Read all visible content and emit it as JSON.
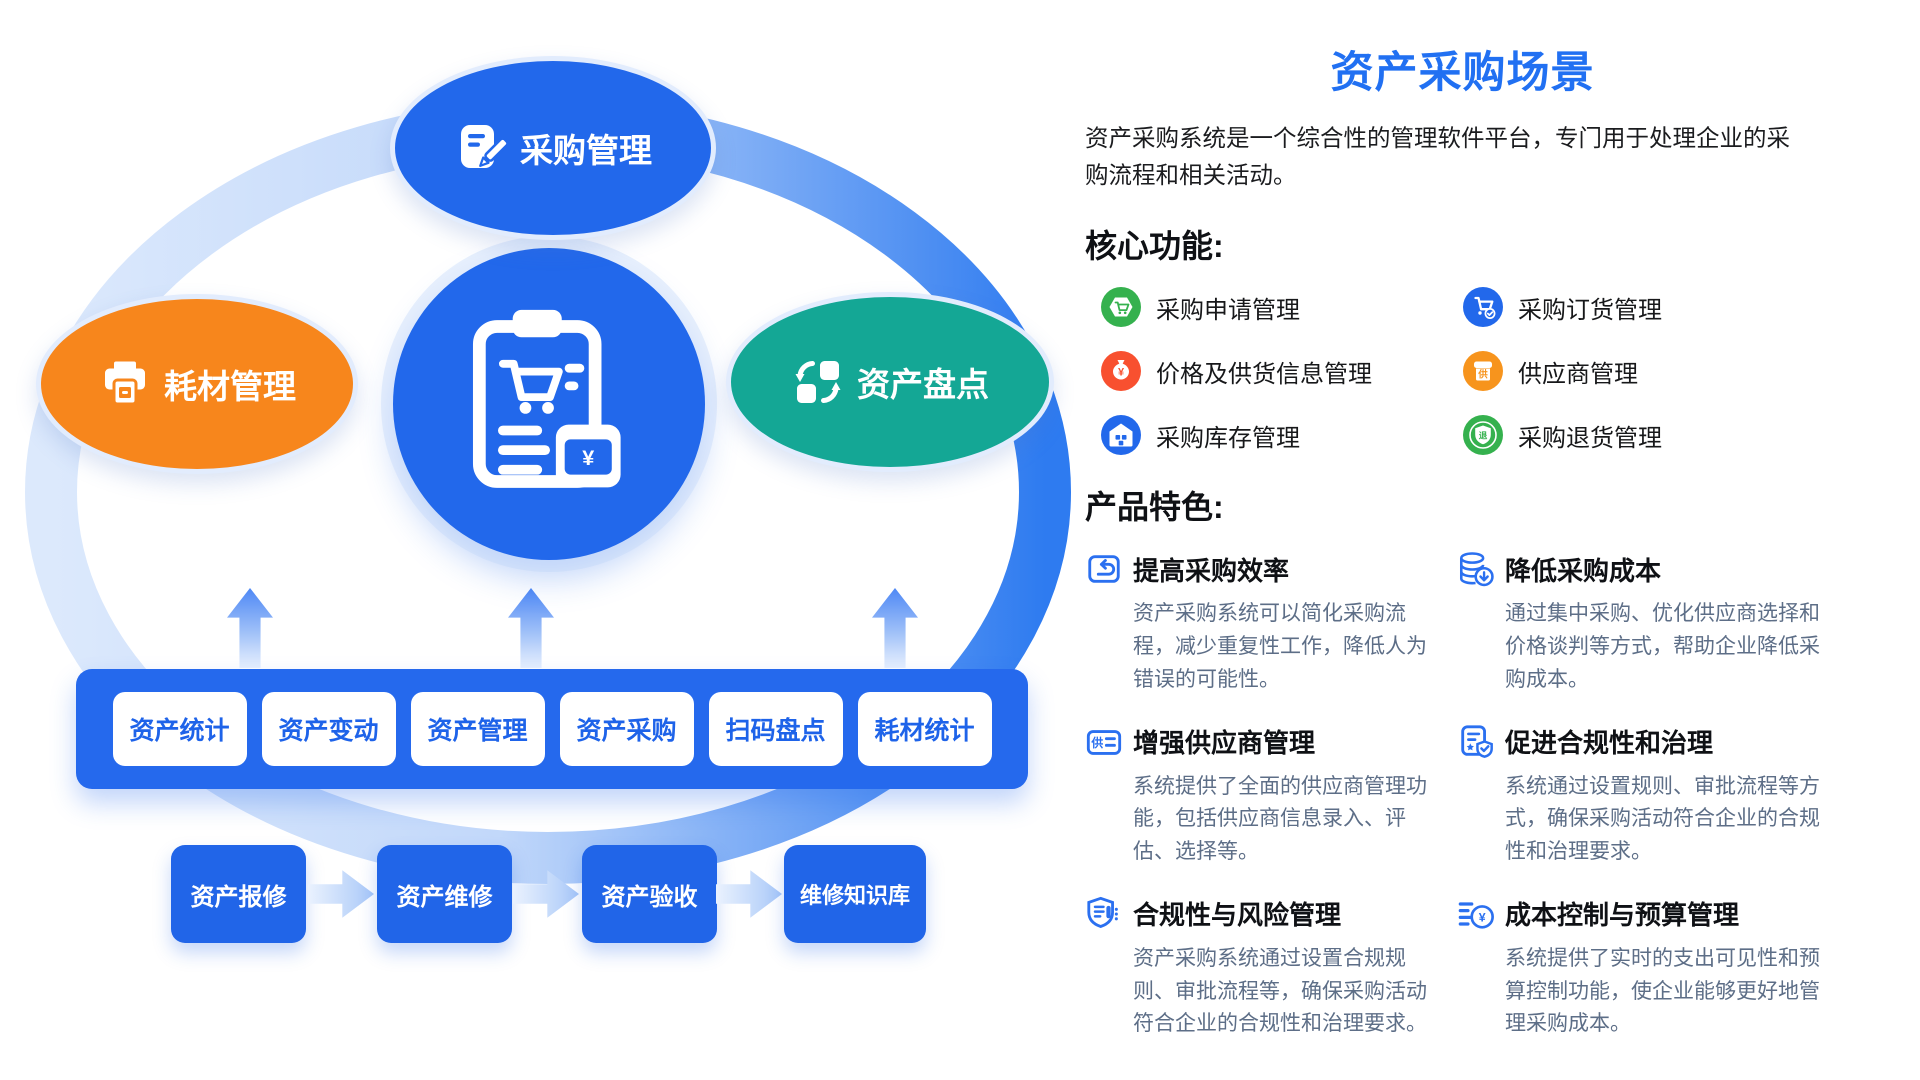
{
  "palette": {
    "primary_blue": "#2268EB",
    "title_blue": "#2170F2",
    "bar_blue": "#2569ED",
    "orange": "#F7861C",
    "teal": "#14A795",
    "icon_green": "#35B14E",
    "icon_red": "#F8502F",
    "icon_shop_orange": "#F7941D",
    "feature_outline_blue": "#2B70F0",
    "ring_light": "#D9E6FC",
    "ring_dark": "#2E7BF0",
    "desc_gray": "#5D6E87"
  },
  "diagram": {
    "nodes": [
      {
        "label": "采购管理"
      },
      {
        "label": "耗材管理"
      },
      {
        "label": "资产盘点"
      }
    ],
    "center_badge": "¥",
    "module_buttons": [
      "资产统计",
      "资产变动",
      "资产管理",
      "资产采购",
      "扫码盘点",
      "耗材统计"
    ],
    "flow_steps": [
      "资产报修",
      "资产维修",
      "资产验收",
      "维修知识库"
    ]
  },
  "panel": {
    "title": "资产采购场景",
    "description": "资产采购系统是一个综合性的管理软件平台，专门用于处理企业的采购流程和相关活动。",
    "core_heading": "核心功能:",
    "core_items": [
      {
        "label": "采购申请管理"
      },
      {
        "label": "采购订货管理"
      },
      {
        "label": "价格及供货信息管理",
        "badge": "¥"
      },
      {
        "label": "供应商管理",
        "badge": "供"
      },
      {
        "label": "采购库存管理"
      },
      {
        "label": "采购退货管理",
        "badge": "退"
      }
    ],
    "features_heading": "产品特色:",
    "features": [
      {
        "title": "提高采购效率",
        "desc": "资产采购系统可以简化采购流程，减少重复性工作，降低人为错误的可能性。"
      },
      {
        "title": "降低采购成本",
        "desc": "通过集中采购、优化供应商选择和价格谈判等方式，帮助企业降低采购成本。"
      },
      {
        "title": "增强供应商管理",
        "desc": "系统提供了全面的供应商管理功能，包括供应商信息录入、评估、选择等。",
        "badge": "供"
      },
      {
        "title": "促进合规性和治理",
        "desc": "系统通过设置规则、审批流程等方式，确保采购活动符合企业的合规性和治理要求。"
      },
      {
        "title": "合规性与风险管理",
        "desc": "资产采购系统通过设置合规规则、审批流程等，确保采购活动符合企业的合规性和治理要求。"
      },
      {
        "title": "成本控制与预算管理",
        "desc": "系统提供了实时的支出可见性和预算控制功能，使企业能够更好地管理采购成本。",
        "badge": "¥"
      }
    ]
  }
}
